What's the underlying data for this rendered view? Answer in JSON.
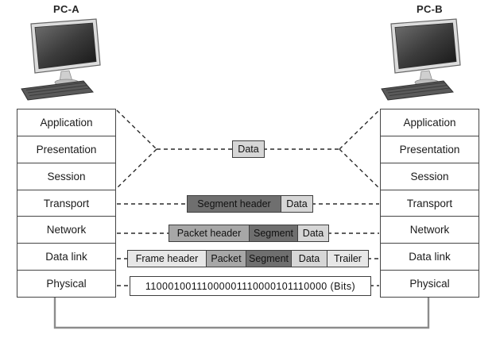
{
  "pcs": {
    "left": "PC-A",
    "right": "PC-B"
  },
  "osi_layers": [
    "Application",
    "Presentation",
    "Session",
    "Transport",
    "Network",
    "Data link",
    "Physical"
  ],
  "pdu_rows": [
    {
      "name": "data",
      "segments": [
        {
          "label": "Data",
          "shade": "light"
        }
      ]
    },
    {
      "name": "segment",
      "segments": [
        {
          "label": "Segment header",
          "shade": "dark"
        },
        {
          "label": "Data",
          "shade": "light"
        }
      ]
    },
    {
      "name": "packet",
      "segments": [
        {
          "label": "Packet header",
          "shade": "medium"
        },
        {
          "label": "Segment",
          "shade": "dark"
        },
        {
          "label": "Data",
          "shade": "light"
        }
      ]
    },
    {
      "name": "frame",
      "segments": [
        {
          "label": "Frame header",
          "shade": "lighter"
        },
        {
          "label": "Packet",
          "shade": "medium"
        },
        {
          "label": "Segment",
          "shade": "dark"
        },
        {
          "label": "Data",
          "shade": "light"
        },
        {
          "label": "Trailer",
          "shade": "lighter"
        }
      ]
    },
    {
      "name": "bits",
      "segments": [
        {
          "label": "11000100111000001110000101110000 (Bits)",
          "shade": "white"
        }
      ]
    }
  ],
  "colors": {
    "segment_dark": "#6f6f6f",
    "segment_medium": "#a7a7a7",
    "segment_light": "#d6d6d6",
    "segment_lighter": "#e7e7e7",
    "box_border": "#3e3e3e",
    "dashed_line": "#2a2a2a",
    "bottom_connector": "#8c8c8c"
  }
}
